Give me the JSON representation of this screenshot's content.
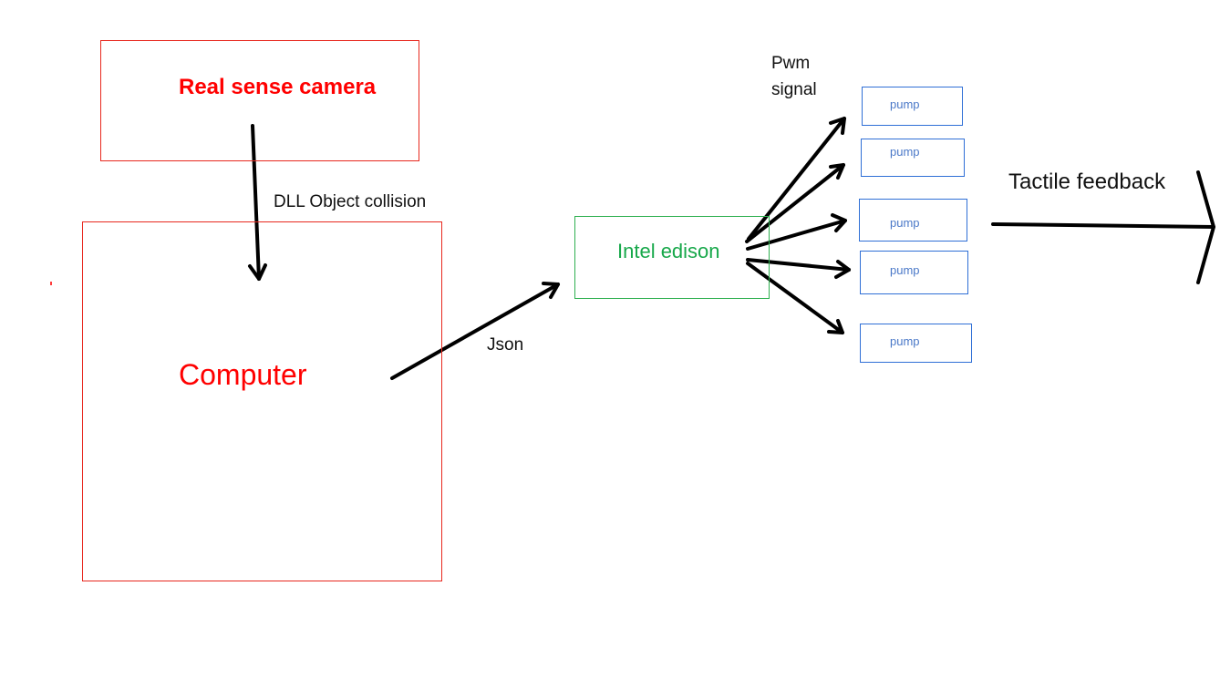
{
  "nodes": {
    "camera": "Real sense camera",
    "computer": "Computer",
    "edison": "Intel edison"
  },
  "pumps": [
    "pump",
    "pump",
    "pump",
    "pump",
    "pump"
  ],
  "edges": {
    "camera_to_computer": "DLL  Object collision",
    "computer_to_edison": "Json",
    "edison_to_pumps": [
      "Pwm",
      "signal"
    ],
    "output": "Tactile feedback"
  },
  "colors": {
    "camera": "#ff0000",
    "computer": "#ff0000",
    "edison": "#17a84a",
    "pump": "#2f6fd6",
    "arrow": "#000000"
  }
}
